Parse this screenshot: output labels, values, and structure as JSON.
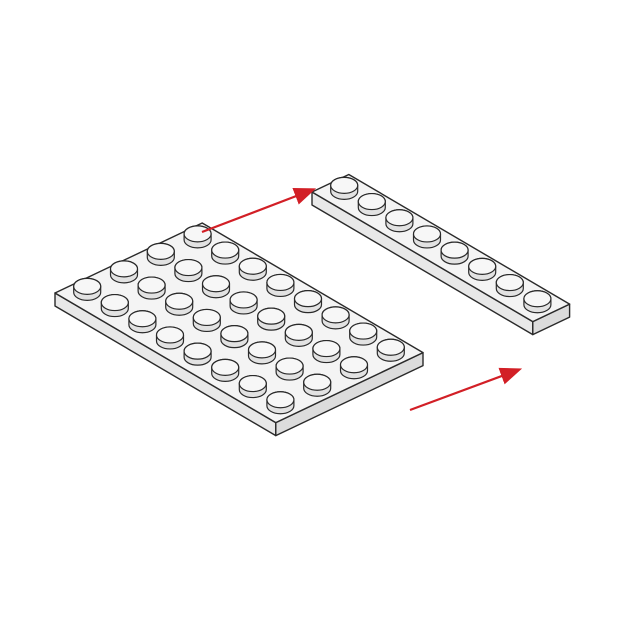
{
  "diagram": {
    "description_text": "",
    "colors": {
      "background": "#ffffff",
      "brick_top": "#f4f4f4",
      "brick_side_front": "#e8e8e8",
      "brick_side_right": "#dcdcdc",
      "outline": "#2a2a2a",
      "stud_top": "#f7f7f7",
      "stud_side": "#e2e2e2",
      "arrow": "#d21f26"
    },
    "large_plate": {
      "rows": 4,
      "cols": 8,
      "label": ""
    },
    "strip_plate": {
      "rows": 1,
      "cols": 8,
      "label": ""
    },
    "arrows": [
      {
        "name": "top-arrow",
        "direction": "large-plate-to-strip"
      },
      {
        "name": "bottom-arrow",
        "direction": "large-plate-to-strip"
      }
    ]
  }
}
